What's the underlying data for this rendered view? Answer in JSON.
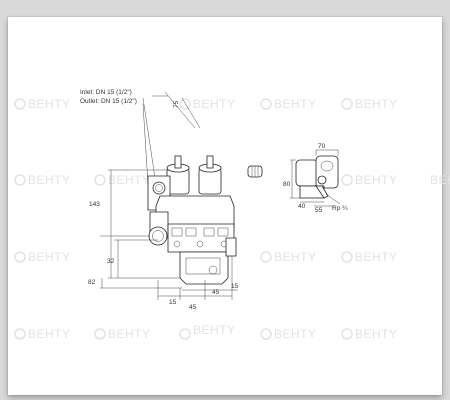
{
  "labels": {
    "inlet": "Inlet: DN 15 (1/2\")",
    "outlet": "Outlet: DN 15 (1/2\")"
  },
  "dimensions": {
    "d75": "75",
    "d143": "143",
    "d32": "32",
    "d82": "82",
    "d15a": "15",
    "d45a": "45",
    "d45b": "45",
    "d15b": "15",
    "d70": "70",
    "d80": "80",
    "d40": "40",
    "d55": "55",
    "rp": "Rp ¼"
  },
  "watermark": {
    "text": "BEHTY"
  },
  "colors": {
    "sheet": "#ffffff",
    "background": "#d9d9d9",
    "watermark": "#e3e3e3"
  }
}
